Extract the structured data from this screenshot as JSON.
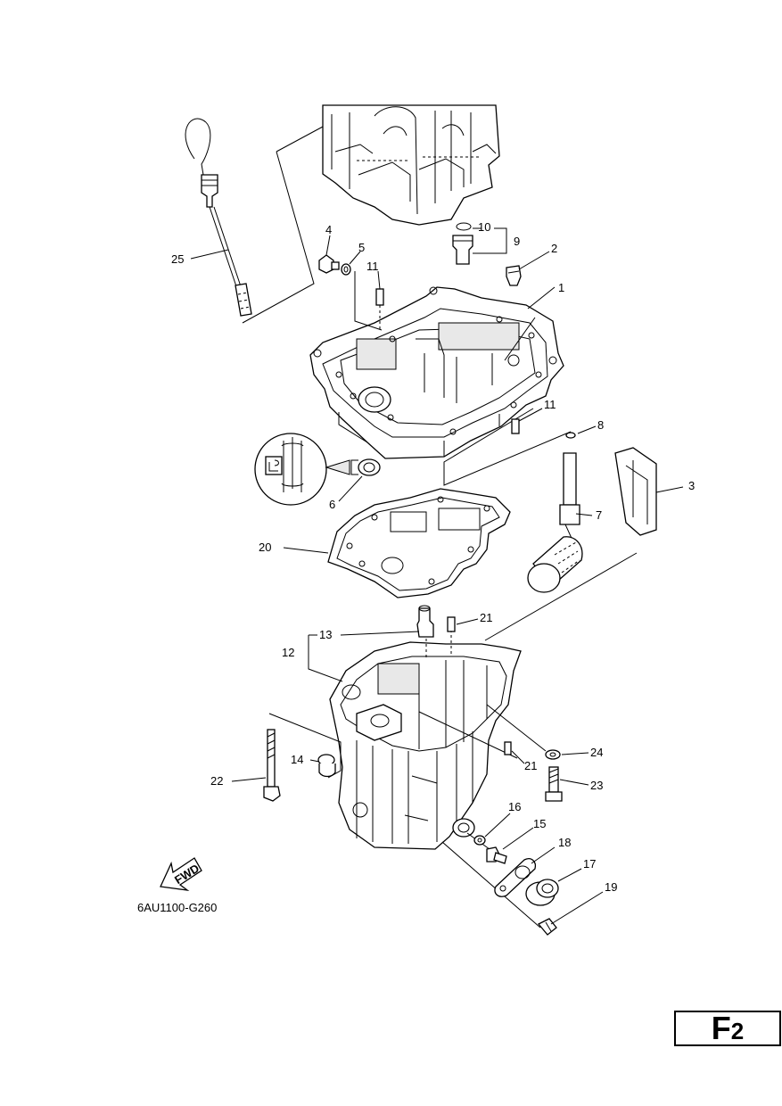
{
  "diagram": {
    "drawing_code": "6AU1100-G260",
    "page_code": {
      "letter": "F",
      "number": "2"
    },
    "fwd_arrow": {
      "text": "FWD",
      "icon": "fwd-arrow-icon"
    },
    "lubricant_symbol": "grease-icon",
    "callouts": [
      "1",
      "2",
      "3",
      "4",
      "5",
      "6",
      "7",
      "8",
      "9",
      "10",
      "11",
      "11",
      "12",
      "13",
      "14",
      "15",
      "16",
      "17",
      "18",
      "19",
      "20",
      "21",
      "21",
      "22",
      "23",
      "24",
      "25"
    ]
  }
}
